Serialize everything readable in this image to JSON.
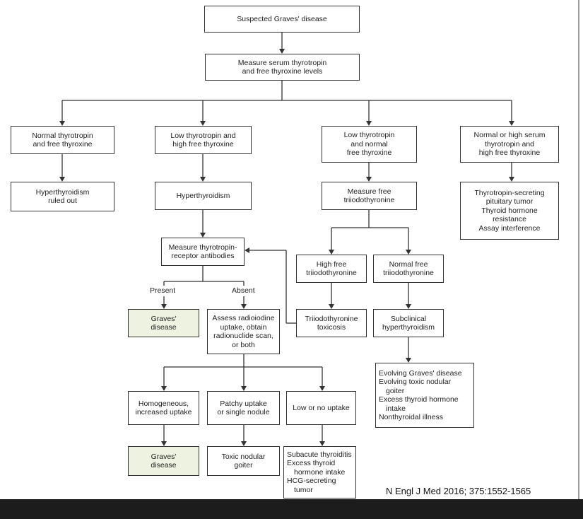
{
  "nodes": {
    "suspected": [
      "Suspected Graves' disease"
    ],
    "measure_tsh_ft4": [
      "Measure serum thyrotropin",
      "and free thyroxine levels"
    ],
    "normal_tsh_ft4": [
      "Normal thyrotropin",
      "and free thyroxine"
    ],
    "low_tsh_high_ft4": [
      "Low thyrotropin and",
      "high free thyroxine"
    ],
    "low_tsh_normal_ft4": [
      "Low thyrotropin",
      "and normal",
      "free thyroxine"
    ],
    "normal_high_tsh_high_ft4": [
      "Normal or high serum",
      "thyrotropin and",
      "high free thyroxine"
    ],
    "hyper_ruled_out": [
      "Hyperthyroidism",
      "ruled out"
    ],
    "hyperthyroidism": [
      "Hyperthyroidism"
    ],
    "measure_ft3": [
      "Measure free",
      "triiodothyronine"
    ],
    "tsh_secreting": [
      "Thyrotropin-secreting",
      "pituitary tumor",
      "Thyroid hormone",
      "resistance",
      "Assay interference"
    ],
    "measure_trab": [
      "Measure thyrotropin-",
      "receptor antibodies"
    ],
    "high_ft3": [
      "High free",
      "triiodothyronine"
    ],
    "normal_ft3": [
      "Normal free",
      "triiodothyronine"
    ],
    "graves_1": [
      "Graves'",
      "disease"
    ],
    "assess_radioiodine": [
      "Assess radioiodine",
      "uptake, obtain",
      "radionuclide scan,",
      "or both"
    ],
    "t3_toxicosis": [
      "Triiodothyronine",
      "toxicosis"
    ],
    "subclinical": [
      "Subclinical",
      "hyperthyroidism"
    ],
    "evolving": [
      "Evolving Graves' disease",
      "Evolving toxic nodular",
      "goiter",
      "Excess thyroid hormone",
      "intake",
      "Nonthyroidal illness"
    ],
    "homogeneous": [
      "Homogeneous,",
      "increased uptake"
    ],
    "patchy": [
      "Patchy uptake",
      "or single nodule"
    ],
    "low_uptake": [
      "Low or no uptake"
    ],
    "graves_2": [
      "Graves'",
      "disease"
    ],
    "toxic_nodular": [
      "Toxic nodular",
      "goiter"
    ],
    "subacute": [
      "Subacute thyroiditis",
      "Excess thyroid",
      "hormone intake",
      "HCG-secreting",
      "tumor"
    ]
  },
  "edge_labels": {
    "present": "Present",
    "absent": "Absent"
  },
  "citation": "N Engl J Med 2016; 375:1552-1565",
  "colors": {
    "line": "#333333",
    "highlight_fill": "#eef2e0",
    "bottom_bar": "#1c1c1c"
  }
}
